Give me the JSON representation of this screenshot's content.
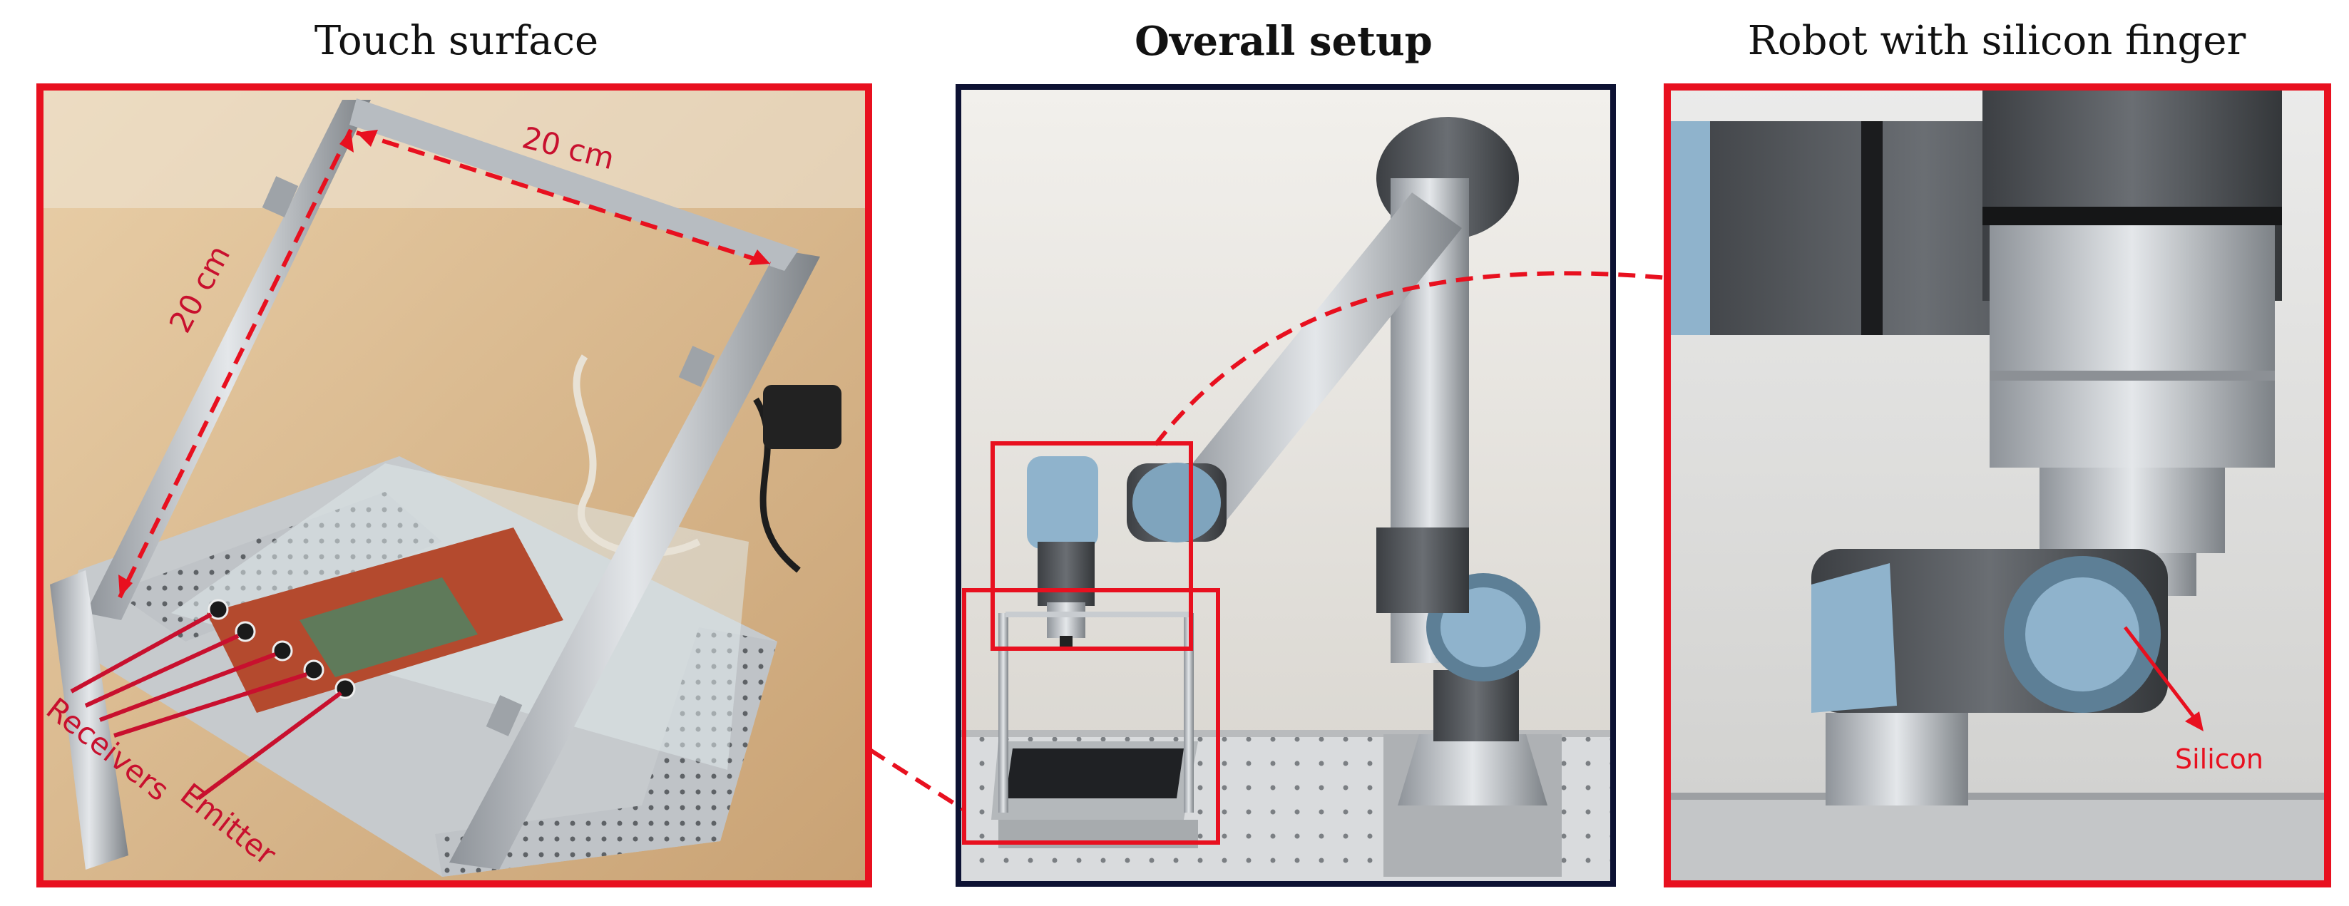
{
  "panels": {
    "left": {
      "title": "Touch surface",
      "labels": {
        "width": "20 cm",
        "height": "20 cm",
        "receivers": "Receivers",
        "emitter": "Emitter"
      }
    },
    "middle": {
      "title": "Overall setup"
    },
    "right": {
      "title": "Robot with silicon finger",
      "labels": {
        "silicon": "Silicon"
      }
    }
  },
  "colors": {
    "accent_red": "#e8101f",
    "label_red": "#c8102e",
    "frame_navy": "#0d1233"
  }
}
